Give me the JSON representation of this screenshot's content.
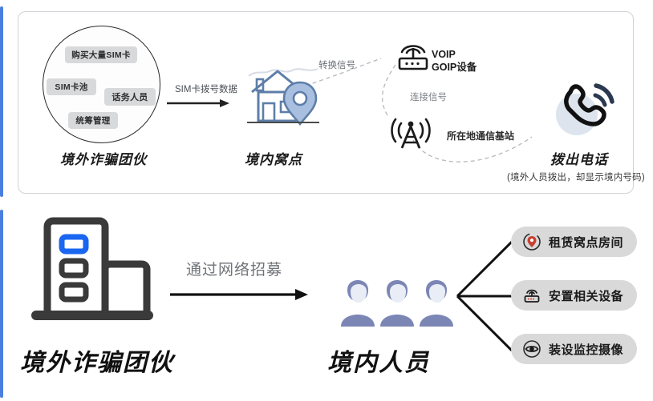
{
  "colors": {
    "accent_blue": "#4a7fe0",
    "panel_border": "#cfd2d6",
    "chip_gray": "#d8d9db",
    "pill_gray": "#d9d9d9",
    "ink": "#1b1b1b",
    "muted": "#6f7378",
    "pin_red": "#c8402f",
    "people_blue": "#7a86bd",
    "house_blue": "#9bb0d8"
  },
  "top_panel": {
    "group_circle": {
      "chips": [
        {
          "label": "购买大量SIM卡"
        },
        {
          "label": "SIM卡池"
        },
        {
          "label": "话务人员"
        },
        {
          "label": "统筹管理"
        }
      ],
      "caption": "境外诈骗团伙"
    },
    "flow_label_sim_data": "SIM卡拨号数据",
    "den": {
      "caption": "境内窝点",
      "icon": "house-location-pin-icon"
    },
    "label_convert_signal": "转换信号",
    "voip": {
      "line1": "VOIP",
      "line2": "GOIP设备",
      "icon": "router-wifi-icon"
    },
    "label_connect_signal": "连接信号",
    "base_station": {
      "label": "所在地通信基站",
      "icon": "cell-tower-icon"
    },
    "outgoing_call": {
      "caption": "拨出电话",
      "note": "(境外人员拨出，却显示境内号码)",
      "icon": "phone-ringing-icon"
    }
  },
  "bottom_section": {
    "left": {
      "caption": "境外诈骗团伙",
      "icon": "office-building-icon"
    },
    "arrow_label": "通过网络招募",
    "middle": {
      "caption": "境内人员",
      "icon": "three-people-icon"
    },
    "options": [
      {
        "label": "租赁窝点房间",
        "icon": "location-pin-icon"
      },
      {
        "label": "安置相关设备",
        "icon": "router-icon"
      },
      {
        "label": "装设监控摄像",
        "icon": "eye-camera-icon"
      }
    ]
  }
}
